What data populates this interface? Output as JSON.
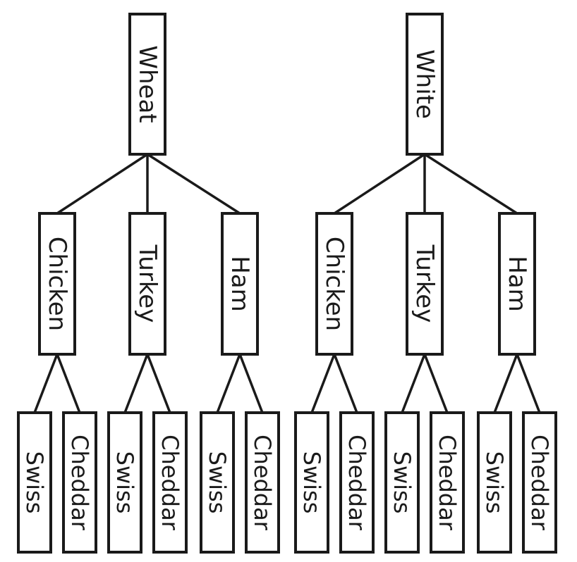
{
  "diagram": {
    "trees": [
      {
        "root": "Wheat",
        "children": [
          {
            "label": "Chicken",
            "leaves": [
              "Swiss",
              "Cheddar"
            ]
          },
          {
            "label": "Turkey",
            "leaves": [
              "Swiss",
              "Cheddar"
            ]
          },
          {
            "label": "Ham",
            "leaves": [
              "Swiss",
              "Cheddar"
            ]
          }
        ]
      },
      {
        "root": "White",
        "children": [
          {
            "label": "Chicken",
            "leaves": [
              "Swiss",
              "Cheddar"
            ]
          },
          {
            "label": "Turkey",
            "leaves": [
              "Swiss",
              "Cheddar"
            ]
          },
          {
            "label": "Ham",
            "leaves": [
              "Swiss",
              "Cheddar"
            ]
          }
        ]
      }
    ]
  }
}
